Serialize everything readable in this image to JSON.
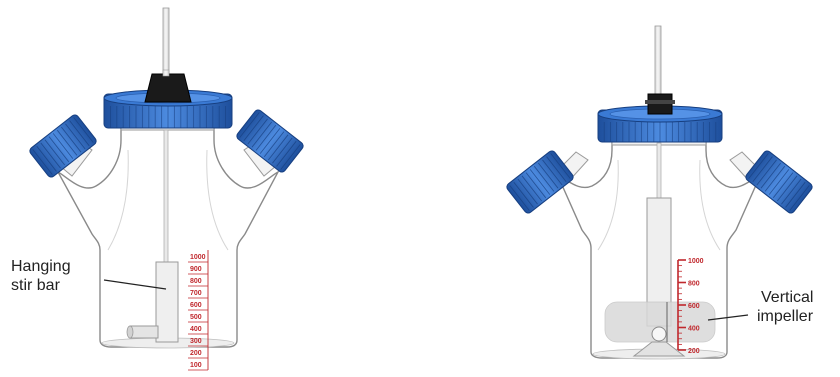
{
  "left_flask": {
    "label_lines": [
      "Hanging",
      "stir bar"
    ],
    "scale_ticks": [
      "1000",
      "900",
      "800",
      "700",
      "600",
      "500",
      "400",
      "300",
      "200",
      "100"
    ]
  },
  "right_flask": {
    "label_lines": [
      "Vertical",
      "impeller"
    ],
    "scale_ticks": [
      "1000",
      "800",
      "600",
      "400",
      "200"
    ]
  },
  "colors": {
    "cap_blue": "#2f6fc8",
    "cap_blue_dark": "#1e4f9c",
    "scale_red": "#c0282d",
    "glass_outline": "#8a8a8a",
    "stopper_black": "#1a1a1a"
  }
}
